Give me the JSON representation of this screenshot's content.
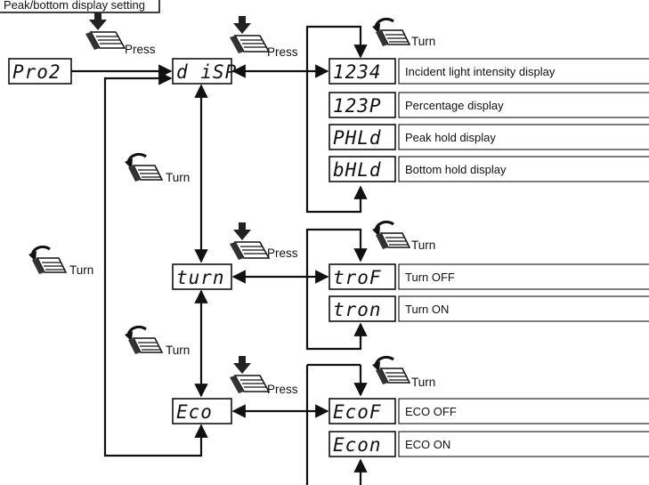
{
  "header": {
    "label": "Peak/bottom display setting"
  },
  "actions": {
    "press": "Press",
    "turn": "Turn"
  },
  "nodes": {
    "pro2": "Pro2",
    "disp": "d iSP",
    "turn": "turn",
    "eco": "Eco"
  },
  "disp_options": [
    {
      "code": "1234",
      "label": "Incident light intensity display"
    },
    {
      "code": "123P",
      "label": "Percentage display"
    },
    {
      "code": "PHLd",
      "label": "Peak hold display"
    },
    {
      "code": "bHLd",
      "label": "Bottom hold display"
    }
  ],
  "turn_options": [
    {
      "code": "troF",
      "label": "Turn OFF"
    },
    {
      "code": "tron",
      "label": "Turn ON"
    }
  ],
  "eco_options": [
    {
      "code": "EcoF",
      "label": "ECO OFF"
    },
    {
      "code": "Econ",
      "label": "ECO ON"
    }
  ],
  "icons": {
    "press": "press-hand-icon",
    "turn": "turn-hand-icon"
  }
}
